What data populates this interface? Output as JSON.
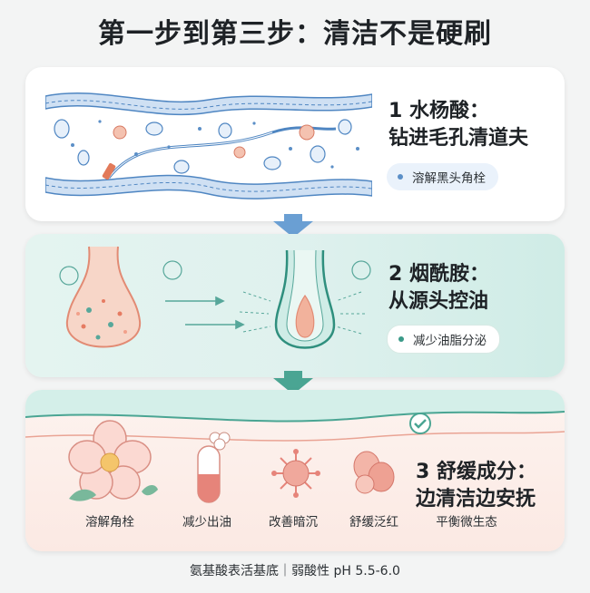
{
  "title": "第一步到第三步：清洁不是硬刷",
  "steps": [
    {
      "number": "1",
      "name": "水杨酸：",
      "tagline": "钻进毛孔清道夫",
      "benefit": "溶解黑头角栓",
      "accent": "#5b8fc7"
    },
    {
      "number": "2",
      "name": "烟酰胺：",
      "tagline": "从源头控油",
      "benefit": "减少油脂分泌",
      "accent": "#3a9a88"
    },
    {
      "number": "3",
      "name": "舒缓成分：",
      "tagline": "边清洁边安抚",
      "accent": "#e07c74"
    }
  ],
  "features": [
    {
      "label": "溶解角栓",
      "icon": "flower-icon"
    },
    {
      "label": "减少出油",
      "icon": "capsule-icon"
    },
    {
      "label": "改善暗沉",
      "icon": "virus-icon"
    },
    {
      "label": "舒缓泛红",
      "icon": "cells-icon"
    },
    {
      "label": "平衡微生态",
      "icon": "balance-icon"
    }
  ],
  "footer": "氨基酸表活基底｜弱酸性 pH 5.5-6.0"
}
